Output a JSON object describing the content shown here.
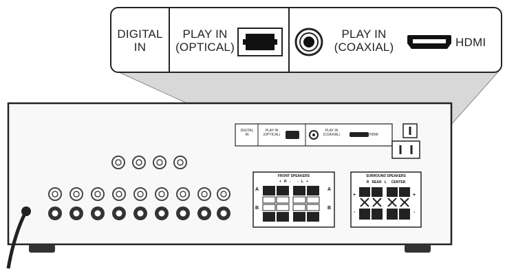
{
  "callout": {
    "digital_in_line1": "DIGITAL",
    "digital_in_line2": "IN",
    "optical_line1": "PLAY IN",
    "optical_line2": "(OPTICAL)",
    "coaxial_line1": "PLAY IN",
    "coaxial_line2": "(COAXIAL)",
    "hdmi_label": "HDMI"
  },
  "panel_labels": {
    "digital_in_line1": "DIGITAL",
    "digital_in_line2": "IN",
    "optical_line1": "PLAY IN",
    "optical_line2": "(OPTICAL)",
    "coaxial_line1": "PLAY IN",
    "coaxial_line2": "(COAXIAL)",
    "hdmi_label": "HDMI"
  },
  "front_speakers": {
    "title": "FRONT SPEAKERS",
    "polarity_marks": "+   R   -       -   L   +",
    "row_a": "A",
    "row_b": "B"
  },
  "surround_speakers": {
    "title": "SURROUND SPEAKERS",
    "subtitle": "R   REAR   L     CENTER",
    "plus": "+",
    "minus": "-"
  },
  "colors": {
    "line": "#222222",
    "shade": "#d6d6d6",
    "body": "#f7f7f7"
  }
}
